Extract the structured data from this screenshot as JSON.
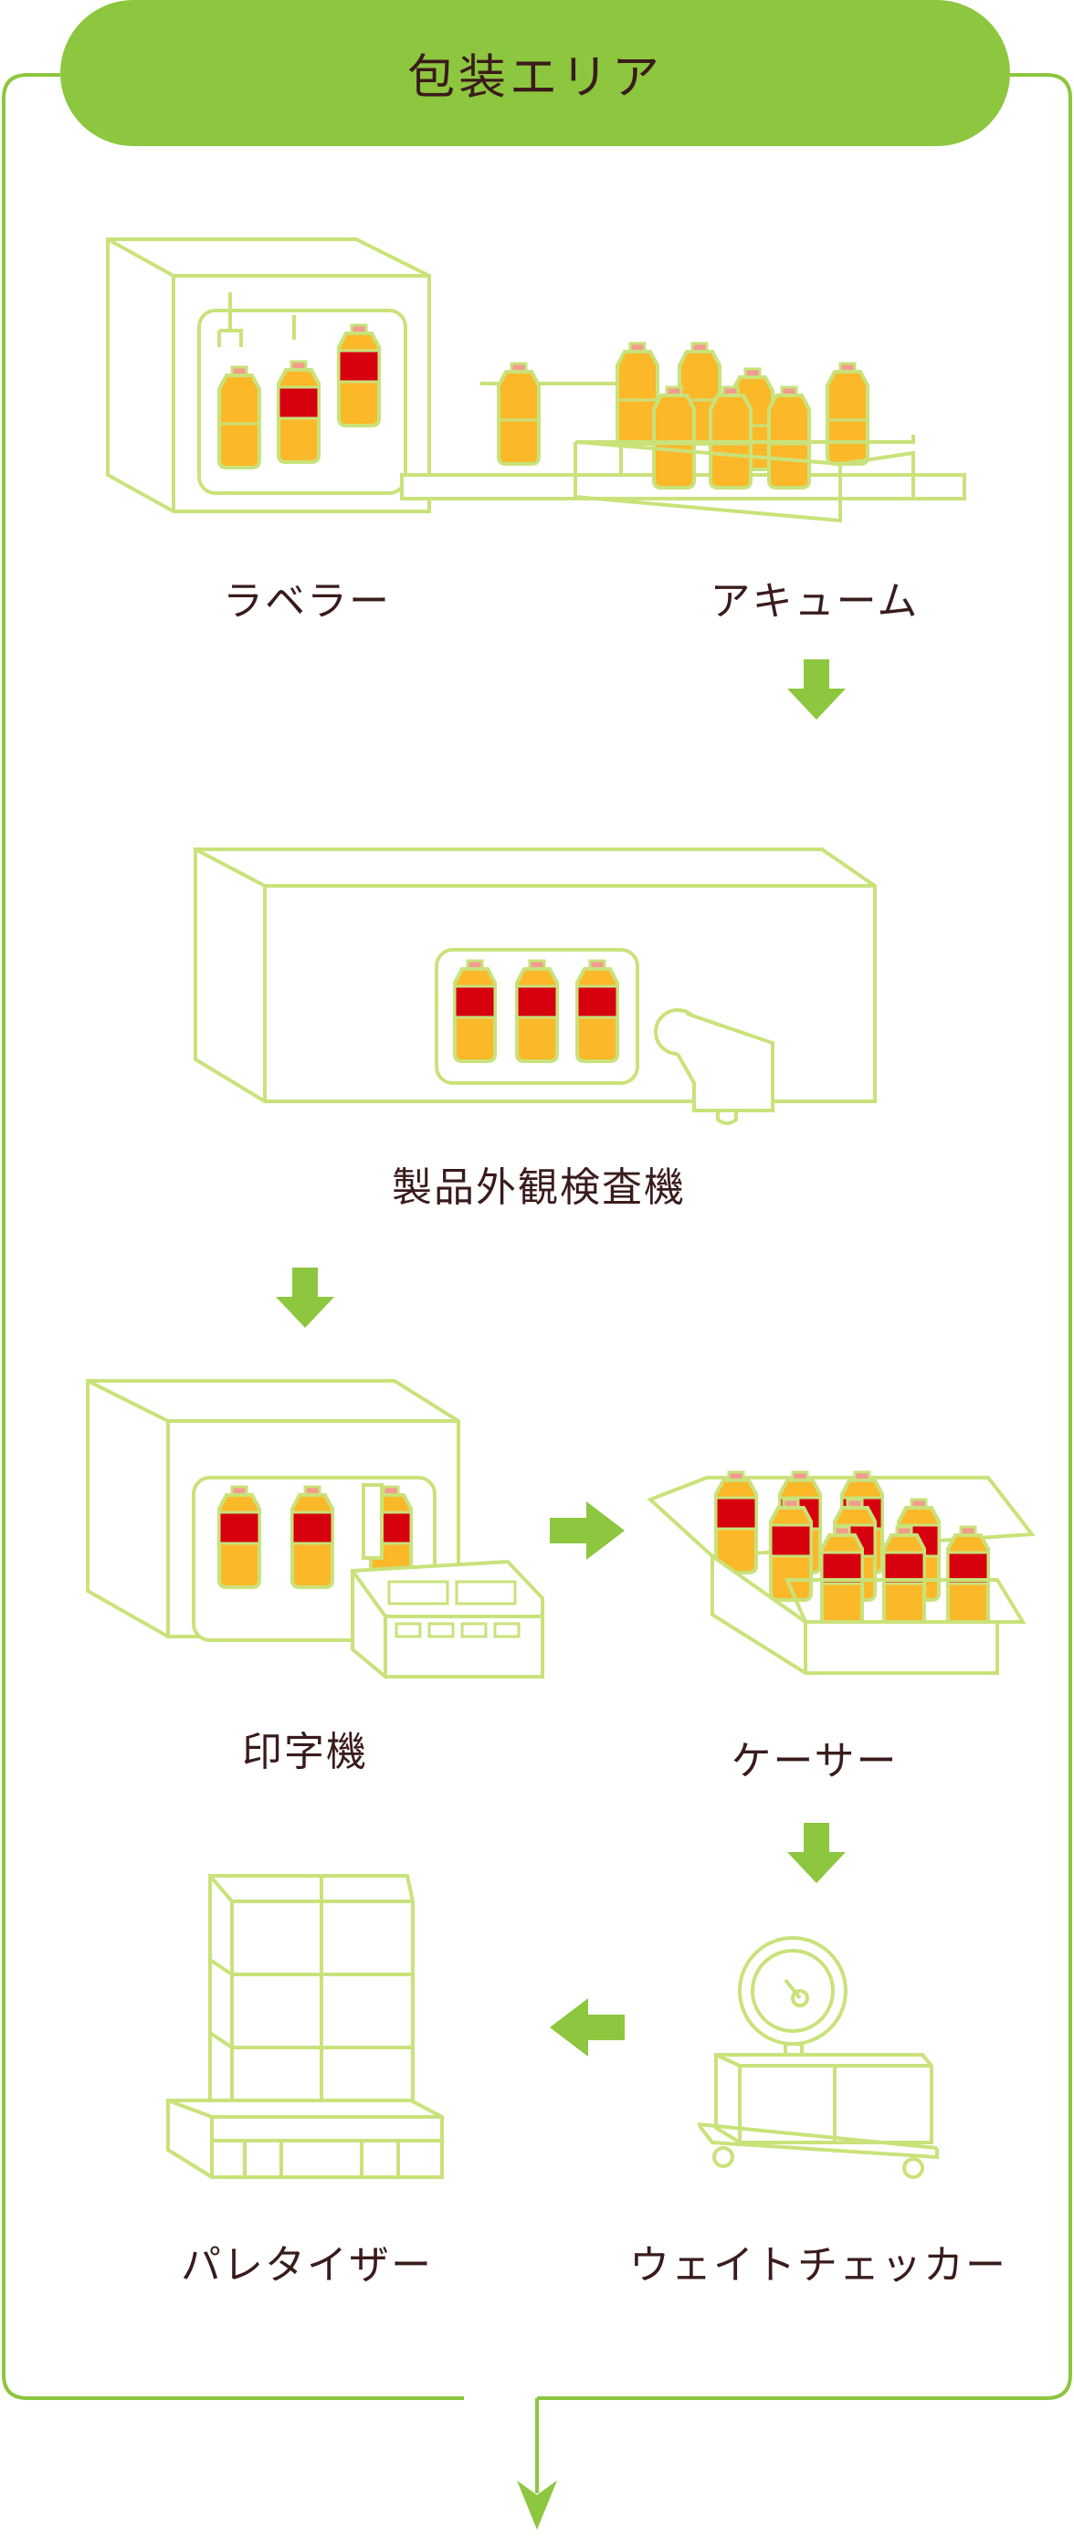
{
  "area": {
    "title": "包装エリア"
  },
  "machines": {
    "labeler": "ラベラー",
    "accumulator": "アキューム",
    "inspector": "製品外観検査機",
    "printer": "印字機",
    "caser": "ケーサー",
    "weight_checker": "ウェイトチェッカー",
    "palletizer": "パレタイザー"
  },
  "colors": {
    "header_green": "#8dc63f",
    "line_green": "#c9e27a",
    "arrow_green": "#8dc63f",
    "bottle_orange": "#fbb829",
    "label_red": "#d7000f",
    "cap_pink": "#f39b8f",
    "text_brown": "#3a1b1b"
  },
  "icons": [
    "down-arrow-icon",
    "right-arrow-icon",
    "left-arrow-icon"
  ]
}
